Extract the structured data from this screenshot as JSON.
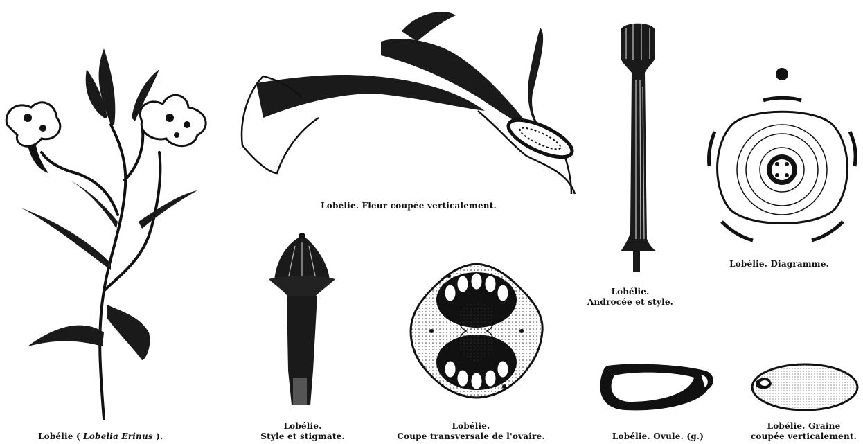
{
  "plate": {
    "figures": [
      {
        "id": "plant",
        "lines": [
          "Lobélie ( ",
          "Lobelia Erinus",
          " )."
        ]
      },
      {
        "id": "flower-section",
        "lines": [
          "Lobélie. Fleur coupée verticalement."
        ]
      },
      {
        "id": "androecium",
        "lines": [
          "Lobélie.",
          "Androcée et style."
        ]
      },
      {
        "id": "diagram",
        "lines": [
          "Lobélie. Diagramme."
        ]
      },
      {
        "id": "style",
        "lines": [
          "Lobélie.",
          "Style et stigmate."
        ]
      },
      {
        "id": "ovary",
        "lines": [
          "Lobélie.",
          "Coupe transversale de l'ovaire."
        ]
      },
      {
        "id": "ovule",
        "lines": [
          "Lobélie. Ovule. (g.)"
        ]
      },
      {
        "id": "seed",
        "lines": [
          "Lobélie. Graine",
          "coupée verticalement."
        ]
      }
    ]
  }
}
